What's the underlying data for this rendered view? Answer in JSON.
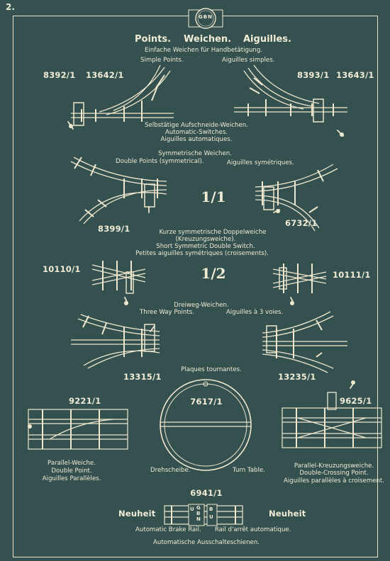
{
  "page_number": "2.",
  "logo": {
    "letters": "GBN"
  },
  "heading": {
    "title_en": "Points.",
    "title_de": "Weichen.",
    "title_fr": "Aiguilles."
  },
  "simple_points": {
    "de": "Einfache Weichen für Handbetätigung.",
    "en": "Simple Points.",
    "fr": "Aiguilles simples.",
    "left_codes": [
      "8392/1",
      "13642/1"
    ],
    "right_codes": [
      "8393/1",
      "13643/1"
    ]
  },
  "automatic_switches": {
    "de": "Selbstätige Aufschneide-Weichen.",
    "en": "Automatic-Switches.",
    "fr": "Aiguilles automatiques."
  },
  "double_points": {
    "de": "Symmetrische Weichen.",
    "en": "Double Points (symmetrical).",
    "fr": "Aiguilles symétriques.",
    "left_code": "8399/1",
    "right_code": "6732/1",
    "scale": "1/1"
  },
  "short_double_switch": {
    "de_1": "Kurze symmetrische Doppelweiche",
    "de_2": "(Kreuzungsweiche).",
    "en": "Short Symmetric Double Switch.",
    "fr": "Petites aiguilles symétriques (croisements).",
    "left_code": "10110/1",
    "right_code": "10111/1",
    "scale": "1/2"
  },
  "three_way": {
    "de": "Dreiweg-Weichen.",
    "en": "Three Way Points.",
    "fr": "Aiguilles à 3 voies.",
    "left_code": "13315/1",
    "right_code": "13235/1"
  },
  "turntable": {
    "title": "Plaques tournantes.",
    "code": "7617/1",
    "de": "Drehscheibe.",
    "en": "Turn Table."
  },
  "parallel_point": {
    "code": "9221/1",
    "de": "Parallel-Weiche.",
    "en": "Double Point.",
    "fr": "Aiguilles Parallèles."
  },
  "crossing_point": {
    "code": "9625/1",
    "de": "Parallel-Kreuzungsweiche.",
    "en": "Double-Crossing Point.",
    "fr": "Aiguilles parallèles à croisement."
  },
  "brake_rail": {
    "code": "6941/1",
    "badge_left": "Neuheit",
    "badge_right": "Neuheit",
    "en": "Automatic Brake Rail.",
    "fr": "Rail d'arrêt automatique.",
    "de": "Automatische Ausschalteschienen.",
    "marks": [
      "U",
      "G",
      "B",
      "N",
      "B",
      "U"
    ]
  }
}
